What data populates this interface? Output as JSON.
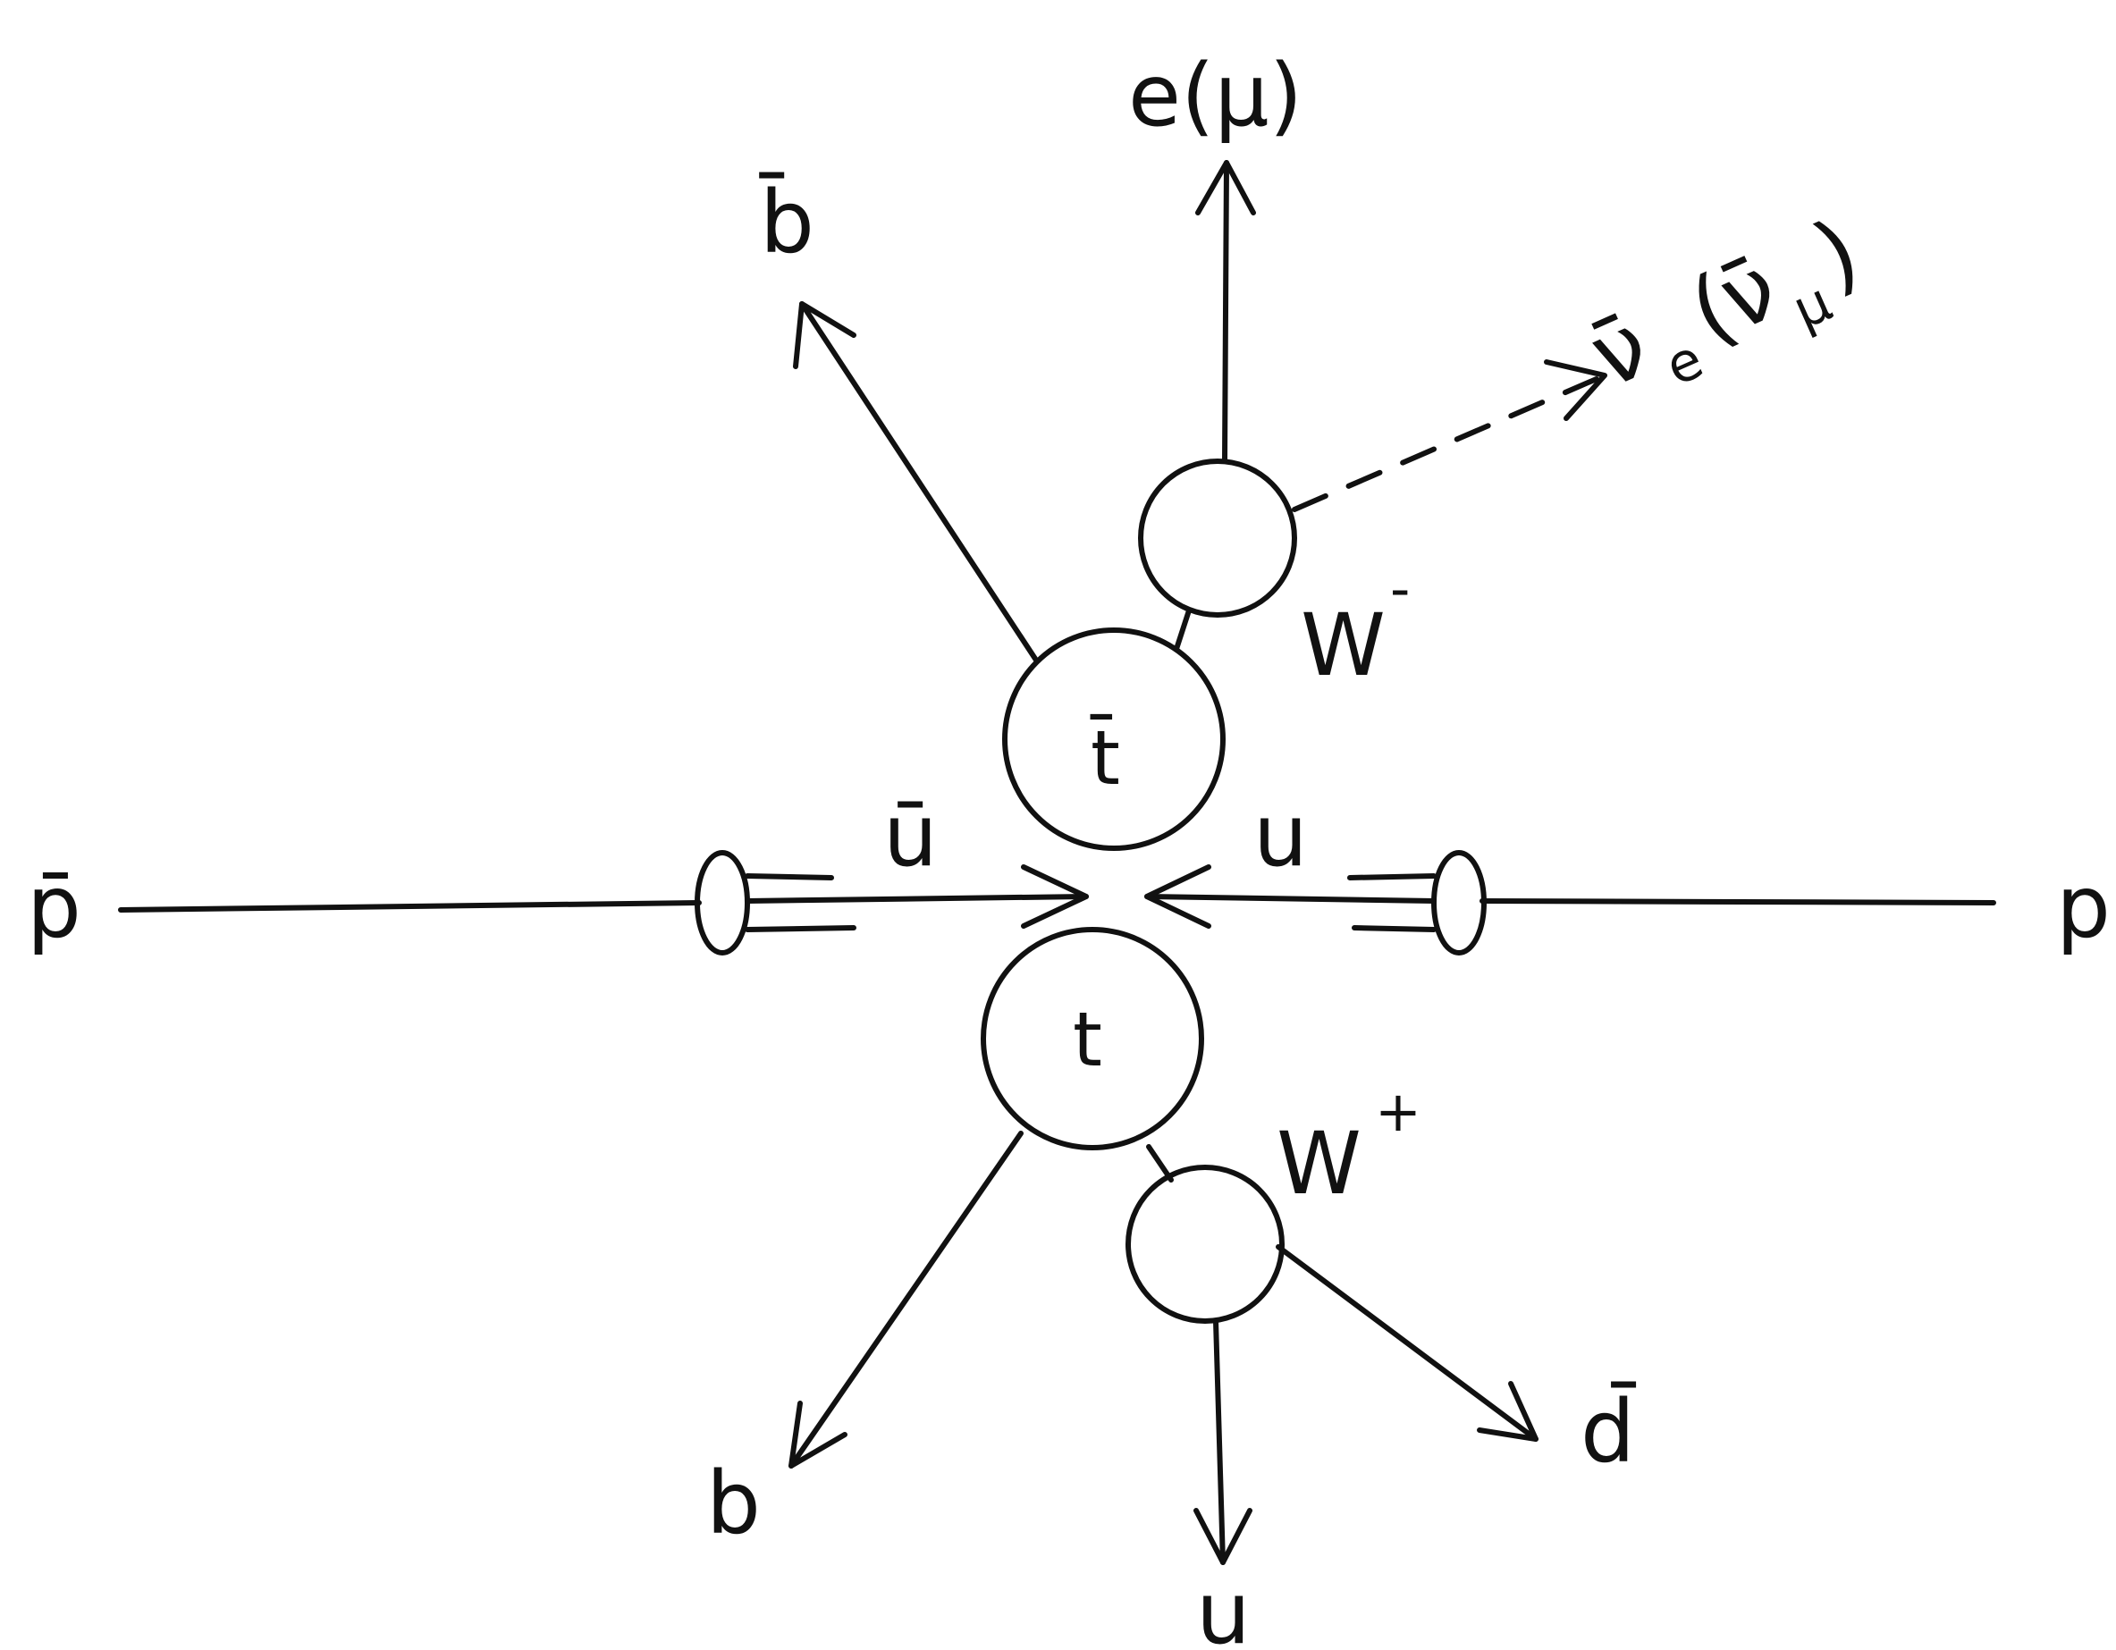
{
  "labels": {
    "p_bar": "p̄",
    "p": "p",
    "u_bar": "ū",
    "u_in": "u",
    "t_bar": "t̄",
    "t": "t",
    "b_bar": "b̄",
    "b": "b",
    "w_minus_base": "W",
    "w_minus_sup": "-",
    "w_plus_base": "W",
    "w_plus_sup": "+",
    "lepton": "e(μ)",
    "neutrino_nu": "ν̄",
    "neutrino_e": "e",
    "neutrino_paren_open": "(",
    "neutrino_nu_mu": "ν̄",
    "neutrino_mu": "μ",
    "neutrino_paren_close": ")",
    "d_bar": "d̄",
    "u_out": "u"
  },
  "colors": {
    "ink": "#111111",
    "background": "#ffffff"
  }
}
